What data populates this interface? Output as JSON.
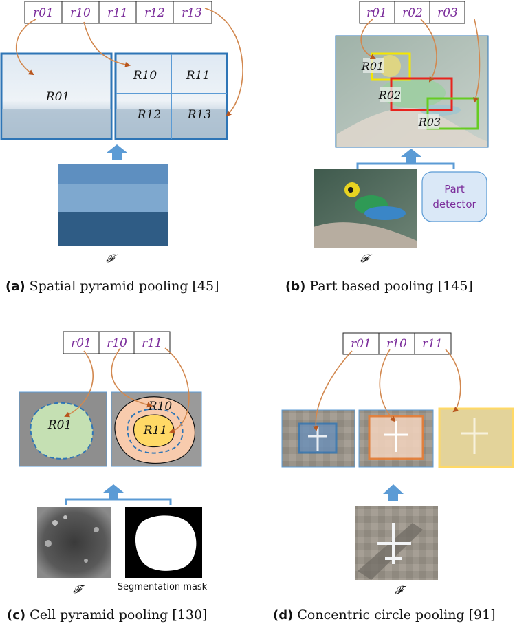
{
  "panel_a": {
    "vector_cells": [
      "r01",
      "r10",
      "r11",
      "r12",
      "r13"
    ],
    "region_labels": [
      "R01",
      "R10",
      "R11",
      "R12",
      "R13"
    ],
    "input_label": "𝓕",
    "caption_tag": "(a)",
    "caption_text": "Spatial pyramid pooling [45]"
  },
  "panel_b": {
    "vector_cells": [
      "r01",
      "r02",
      "r03"
    ],
    "region_labels": [
      "R01",
      "R02",
      "R03"
    ],
    "box_colors": [
      "#f5e600",
      "#e8231d",
      "#66cc22"
    ],
    "detector_label_line1": "Part",
    "detector_label_line2": "detector",
    "input_label": "𝓕",
    "caption_tag": "(b)",
    "caption_text": "Part based pooling [145]"
  },
  "panel_c": {
    "vector_cells": [
      "r01",
      "r10",
      "r11"
    ],
    "region_labels": [
      "R01",
      "R10",
      "R11"
    ],
    "input_label": "𝓕",
    "mask_label": "Segmentation mask",
    "caption_tag": "(c)",
    "caption_text": "Cell pyramid pooling [130]"
  },
  "panel_d": {
    "vector_cells": [
      "r01",
      "r10",
      "r11"
    ],
    "input_label": "𝓕",
    "caption_tag": "(d)",
    "caption_text": "Concentric circle pooling [91]"
  },
  "colors": {
    "cell_text": "#7b2d9b",
    "arrow": "#d2884f",
    "up_arrow": "#5b9bd5",
    "frame_blue": "#2e75b6"
  }
}
